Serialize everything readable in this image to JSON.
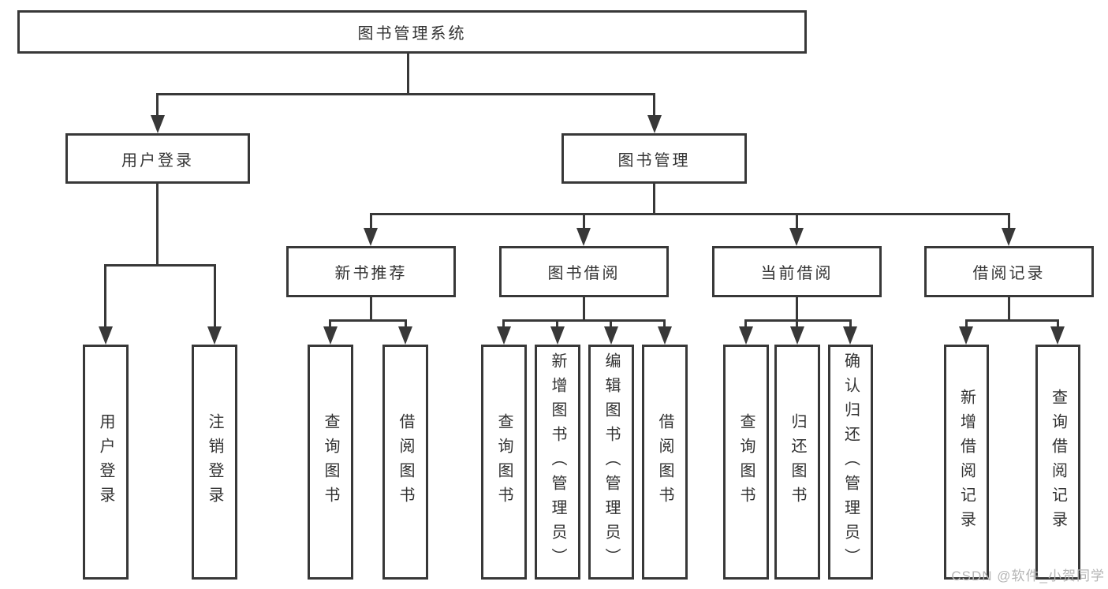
{
  "diagram": {
    "root": {
      "label": "图书管理系统"
    },
    "branches": {
      "user_login": {
        "label": "用户登录"
      },
      "book_mgmt": {
        "label": "图书管理"
      }
    },
    "user_login_children": {
      "login": {
        "label": "用户登录"
      },
      "logout": {
        "label": "注销登录"
      }
    },
    "book_mgmt_children": {
      "new_book": {
        "label": "新书推荐"
      },
      "book_borrow": {
        "label": "图书借阅"
      },
      "current_borrow": {
        "label": "当前借阅"
      },
      "borrow_records": {
        "label": "借阅记录"
      }
    },
    "new_book_children": {
      "query_books": {
        "label": "查询图书"
      },
      "borrow_books": {
        "label": "借阅图书"
      }
    },
    "book_borrow_children": {
      "query_books": {
        "label": "查询图书"
      },
      "add_books": {
        "label": "新增图书（管理员）"
      },
      "edit_books": {
        "label": "编辑图书（管理员）"
      },
      "borrow_books": {
        "label": "借阅图书"
      }
    },
    "current_borrow_children": {
      "query_books": {
        "label": "查询图书"
      },
      "return_books": {
        "label": "归还图书"
      },
      "confirm_return": {
        "label": "确认归还（管理员）"
      }
    },
    "borrow_records_children": {
      "add_record": {
        "label": "新增借阅记录"
      },
      "query_record": {
        "label": "查询借阅记录"
      }
    }
  },
  "watermark": {
    "text": "CSDN @软件_小贺同学"
  },
  "colors": {
    "line": "#383838",
    "text": "#333333",
    "watermark": "#b5b5b5",
    "background": "#ffffff"
  }
}
